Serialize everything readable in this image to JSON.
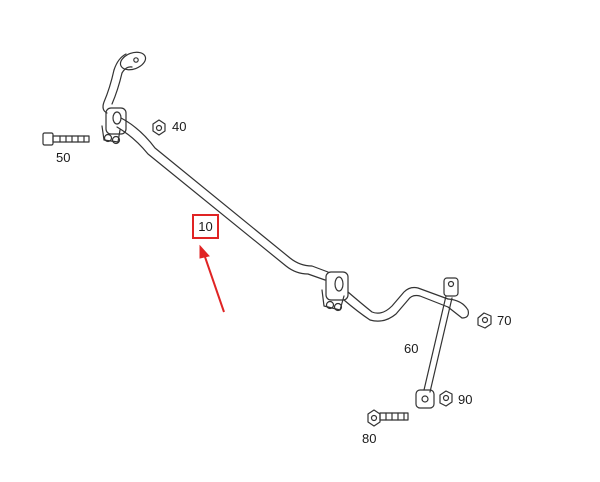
{
  "diagram": {
    "callouts": {
      "part_10": "10",
      "part_40": "40",
      "part_50": "50",
      "part_60": "60",
      "part_70": "70",
      "part_80": "80",
      "part_90": "90"
    },
    "highlight_color": "#e02424",
    "line_color": "#333333"
  }
}
